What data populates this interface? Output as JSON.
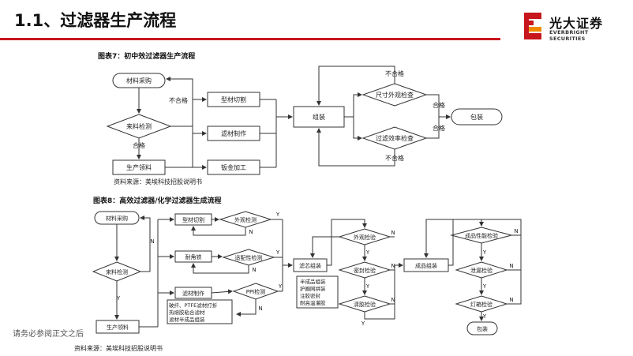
{
  "header": {
    "title": "1.1、过滤器生产流程",
    "logo_cn": "光大证券",
    "logo_en": "EVERBRIGHT SECURITIES",
    "accent_color": "#c8161d"
  },
  "figure7": {
    "caption": "图表7：初中效过滤器生产流程",
    "source": "资料来源：美埃科技招股说明书",
    "nodes": {
      "purchase": "材料采购",
      "incoming": "来料检测",
      "issue": "生产领料",
      "profile_cut": "型材切割",
      "filter_make": "滤材制作",
      "sheet_metal": "钣金加工",
      "assembly": "组装",
      "size_check": "尺寸外观检查",
      "efficiency_check": "过滤效率检查",
      "pack": "包装"
    },
    "labels": {
      "fail": "不合格",
      "pass": "合格"
    }
  },
  "figure8": {
    "caption": "图表8：高效过滤器/化学过滤器生成流程",
    "source": "资料来源：美埃科技招股说明书",
    "nodes": {
      "purchase": "材料采购",
      "incoming": "来料检测",
      "issue": "生产领料",
      "profile_cut": "型材切割",
      "angle_iron": "耐角铁",
      "filter_make": "滤材制作",
      "appearance": "外观检测",
      "fit_check": "适配性检测",
      "ppi_check": "PPI检测",
      "core_assembly": "滤芯组装",
      "product_assembly": "成品组装",
      "appearance_test": "外观检验",
      "seal_test": "密封检验",
      "clean_test": "清胶检验",
      "performance_test": "成品性能检验",
      "leak_test": "泄漏检验",
      "light_test": "灯箱检验",
      "pack": "包装"
    },
    "notes": {
      "filter_note_1": "破纤、PTFE滤材打折",
      "filter_note_2": "热熔胶粘合滤材",
      "filter_note_3": "滤材半成品组装",
      "semi_note_1": "半成品组装",
      "semi_note_2": "护圈网拼装",
      "semi_note_3": "注胶密封",
      "semi_note_4": "耐高温灌胶"
    },
    "labels": {
      "yes": "Y",
      "no": "N"
    }
  },
  "footer": {
    "disclaimer": "请务必参阅正文之后"
  }
}
